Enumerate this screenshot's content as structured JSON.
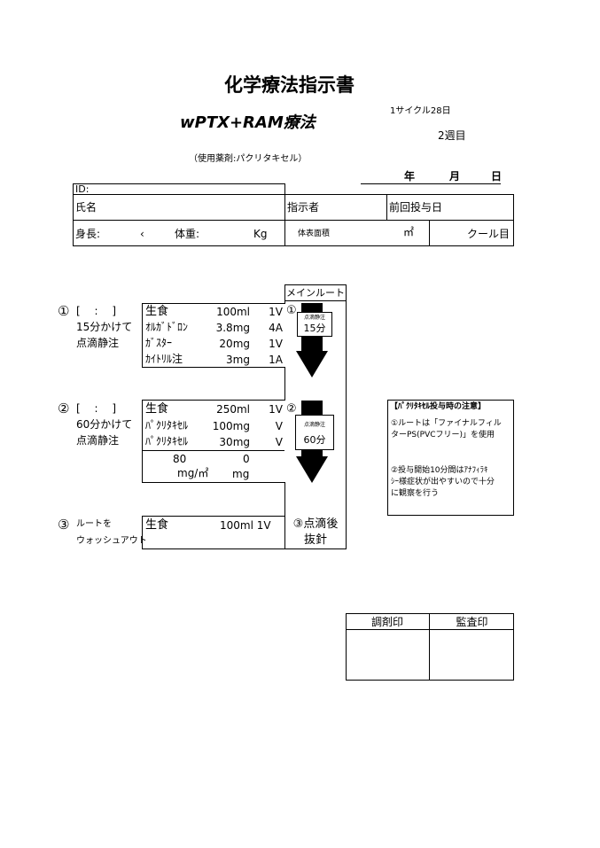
{
  "header": {
    "title": "化学療法指示書",
    "regimen": "wPTX+RAM療法",
    "cycle": "1サイクル28日",
    "week": "2週目",
    "drug_used": "（使用薬剤:パクリタキセル）",
    "date_year": "年",
    "date_month": "月",
    "date_day": "日"
  },
  "patient": {
    "id_label": "ID:",
    "name_label": "氏名",
    "orderer_label": "指示者",
    "prev_dose_label": "前回投与日",
    "height_label": "身長:",
    "height_unit": "‹",
    "weight_label": "体重:",
    "weight_unit": "Kg",
    "bsa_label": "体表面積",
    "bsa_unit": "㎡",
    "course_label": "クール目"
  },
  "main_route": {
    "label": "メインルート",
    "step1_num": "①",
    "step1_box_small": "点滴静注",
    "step1_box_time": "15分",
    "step2_num": "②",
    "step2_box_small": "点滴静注",
    "step2_box_time": "60分",
    "step3_line1": "③点滴後",
    "step3_line2": "抜針"
  },
  "step1": {
    "num": "①",
    "time": "[　 :　 ]",
    "desc1": "15分かけて",
    "desc2": "点滴静注",
    "rows": [
      {
        "drug": "生食",
        "dose": "100ml",
        "qty": "1V"
      },
      {
        "drug": "ｵﾙｶﾞﾄﾞﾛﾝ",
        "dose": "3.8mg",
        "qty": "4A"
      },
      {
        "drug": "ｶﾞｽﾀｰ",
        "dose": "20mg",
        "qty": "1V"
      },
      {
        "drug": "ｶｲﾄﾘﾙ注",
        "dose": "3mg",
        "qty": "1A"
      }
    ]
  },
  "step2": {
    "num": "②",
    "time": "[　 :　 ]",
    "desc1": "60分かけて",
    "desc2": "点滴静注",
    "rows": [
      {
        "drug": "生食",
        "dose": "250ml",
        "qty": "1V"
      },
      {
        "drug": "ﾊﾟｸﾘﾀｷｾﾙ",
        "dose": "100mg",
        "qty": "V"
      },
      {
        "drug": "ﾊﾟｸﾘﾀｷｾﾙ",
        "dose": "30mg",
        "qty": "V"
      }
    ],
    "calc_val1": "80",
    "calc_val2": "0",
    "calc_unit1": "mg/㎡",
    "calc_unit2": "mg"
  },
  "step3": {
    "num": "③",
    "desc1": "ルートを",
    "desc2": "ウォッシュアウト",
    "drug": "生食",
    "dose": "100ml 1V"
  },
  "caution": {
    "title": "【ﾊﾟｸﾘﾀｷｾﾙ投与時の注意】",
    "item1_line1": "①ルートは「ファイナルフィル",
    "item1_line2": "ターPS(PVCフリー)」を使用",
    "item2_line1": "②投与開始10分間はｱﾅﾌｨﾗｷ",
    "item2_line2": "ｼｰ様症状が出やすいので十分",
    "item2_line3": "に観察を行う"
  },
  "stamps": {
    "dispense_label": "調剤印",
    "audit_label": "監査印"
  }
}
